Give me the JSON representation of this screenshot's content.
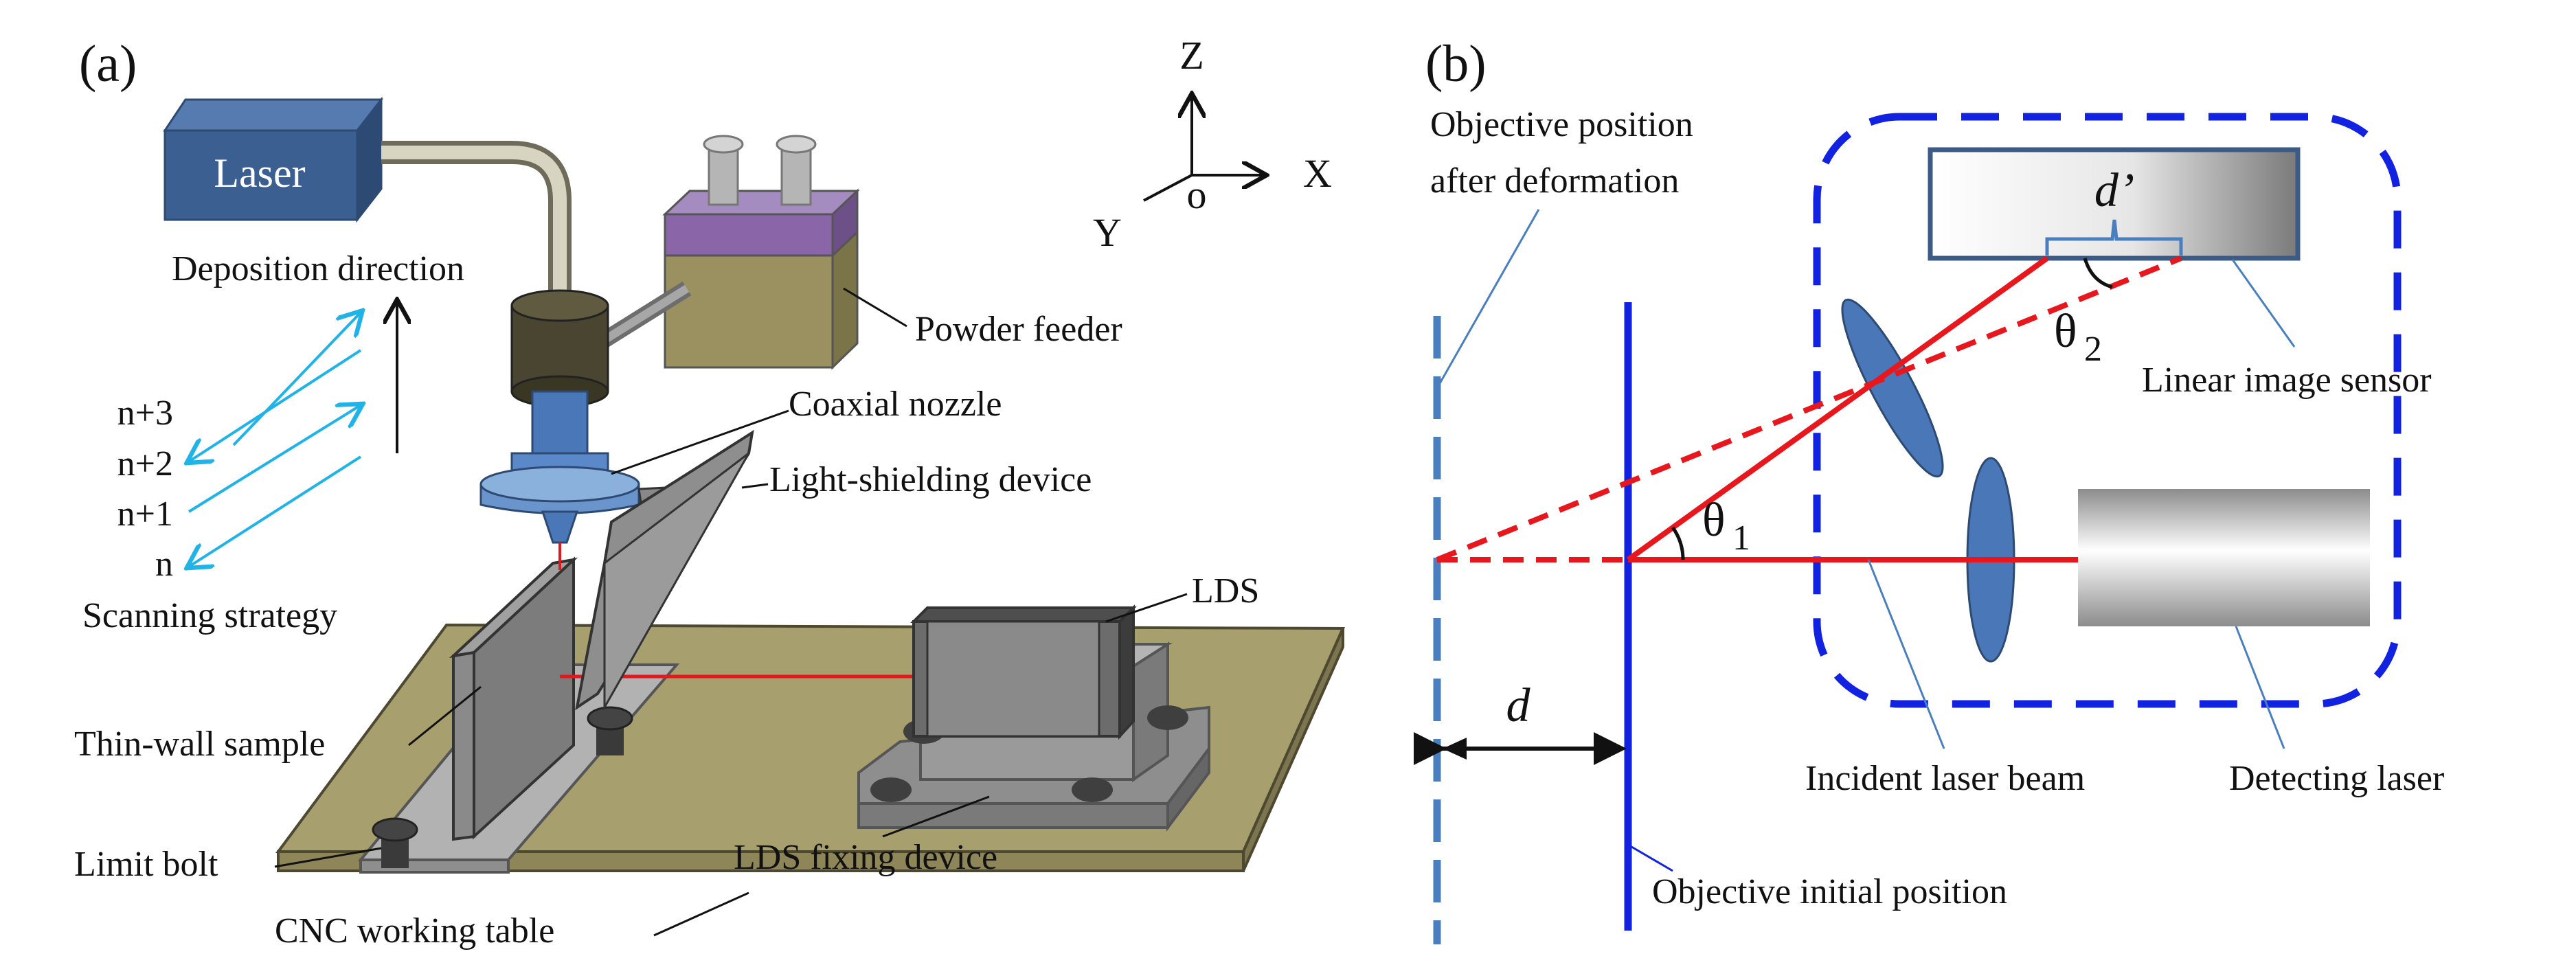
{
  "panel_a": {
    "tag": "(a)",
    "laser": "Laser",
    "deposition_direction": "Deposition direction",
    "powder_feeder": "Powder feeder",
    "coaxial_nozzle": "Coaxial nozzle",
    "light_shielding": "Light-shielding device",
    "lds": "LDS",
    "lds_fixing": "LDS fixing device",
    "thin_wall": "Thin-wall sample",
    "limit_bolt": "Limit bolt",
    "cnc_table": "CNC working table",
    "scanning_strategy": "Scanning strategy",
    "layers": [
      "n+3",
      "n+2",
      "n+1",
      "n"
    ],
    "axes": {
      "z": "Z",
      "x": "X",
      "y": "Y",
      "o": "o"
    }
  },
  "panel_b": {
    "tag": "(b)",
    "objective_after_line1": "Objective position",
    "objective_after_line2": "after deformation",
    "linear_sensor": "Linear image sensor",
    "incident_beam": "Incident laser beam",
    "detecting_laser": "Detecting laser",
    "objective_initial": "Objective initial position",
    "d": "d",
    "d_prime": "d’",
    "theta1": "θ",
    "theta1_sub": "1",
    "theta2": "θ",
    "theta2_sub": "2"
  },
  "colors": {
    "laser_box": "#3c5f91",
    "laser_beam": "#e8161d",
    "objective_line": "#1122e0",
    "dashed_objective": "#4a7fbf",
    "scan_arrows": "#20b3e8",
    "table": "#a89f6e",
    "powder_top": "#8a66a8",
    "powder_body": "#9b9160",
    "lens": "#4a77b8"
  }
}
